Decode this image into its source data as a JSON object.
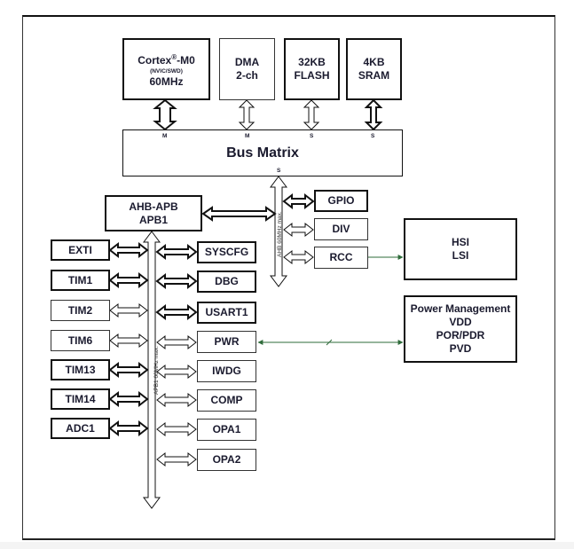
{
  "diagram": {
    "core": {
      "name": "Cortex",
      "reg": "®",
      "suffix": "-M0",
      "sub": "(NVIC/SWD)",
      "freq": "60MHz"
    },
    "dma": {
      "line1": "DMA",
      "line2": "2-ch"
    },
    "flash": {
      "line1": "32KB",
      "line2": "FLASH"
    },
    "sram": {
      "line1": "4KB",
      "line2": "SRAM"
    },
    "bus_matrix": {
      "label": "Bus Matrix",
      "ports": {
        "core": "M",
        "dma": "M",
        "flash": "S",
        "sram": "S",
        "ahb": "S"
      }
    },
    "ahb_apb": {
      "line1": "AHB-APB",
      "line2": "APB1"
    },
    "ahb_bus_label": "AHB 60MHz max.",
    "apb_bus_label": "APB1 60MHz max.",
    "ahb_peripherals": [
      {
        "label": "GPIO",
        "style": "thick"
      },
      {
        "label": "DIV",
        "style": "thin"
      },
      {
        "label": "RCC",
        "style": "thin"
      }
    ],
    "apb_left": [
      {
        "label": "EXTI",
        "style": "thick"
      },
      {
        "label": "TIM1",
        "style": "thick"
      },
      {
        "label": "TIM2",
        "style": "thin"
      },
      {
        "label": "TIM6",
        "style": "thin"
      },
      {
        "label": "TIM13",
        "style": "thick"
      },
      {
        "label": "TIM14",
        "style": "thick"
      },
      {
        "label": "ADC1",
        "style": "thick"
      }
    ],
    "apb_right": [
      {
        "label": "SYSCFG",
        "style": "thick"
      },
      {
        "label": "DBG",
        "style": "thick"
      },
      {
        "label": "USART1",
        "style": "thick"
      },
      {
        "label": "PWR",
        "style": "thin"
      },
      {
        "label": "IWDG",
        "style": "thin"
      },
      {
        "label": "COMP",
        "style": "thin"
      },
      {
        "label": "OPA1",
        "style": "thin"
      },
      {
        "label": "OPA2",
        "style": "thin"
      }
    ],
    "clocks": {
      "line1": "HSI",
      "line2": "LSI"
    },
    "power": {
      "line1": "Power Management",
      "line2": "VDD",
      "line3": "POR/PDR",
      "line4": "PVD"
    },
    "colors": {
      "text": "#1a1a2e",
      "link": "#2e6b3a",
      "border": "#111111"
    }
  }
}
